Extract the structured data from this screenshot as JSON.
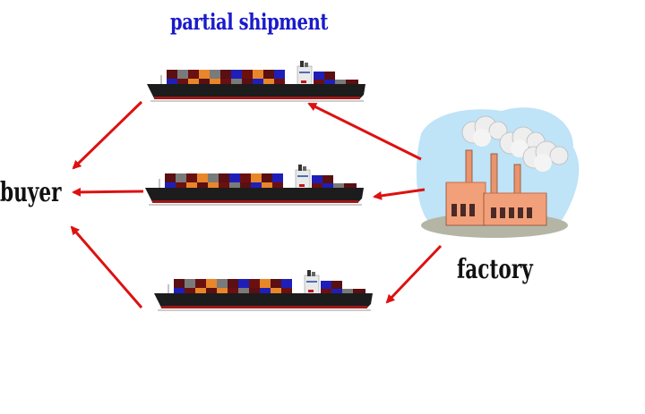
{
  "title": "partial shipment",
  "buyer_label": "buyer",
  "factory_label": "factory",
  "colors": {
    "title": "#1a1acc",
    "arrow": "#dd1111",
    "hull": "#1c1c1c",
    "sky": "#bfe3f7",
    "factory_wall": "#f2a07a"
  },
  "icons": [
    "container-ship-icon",
    "factory-icon",
    "arrow-icon"
  ]
}
